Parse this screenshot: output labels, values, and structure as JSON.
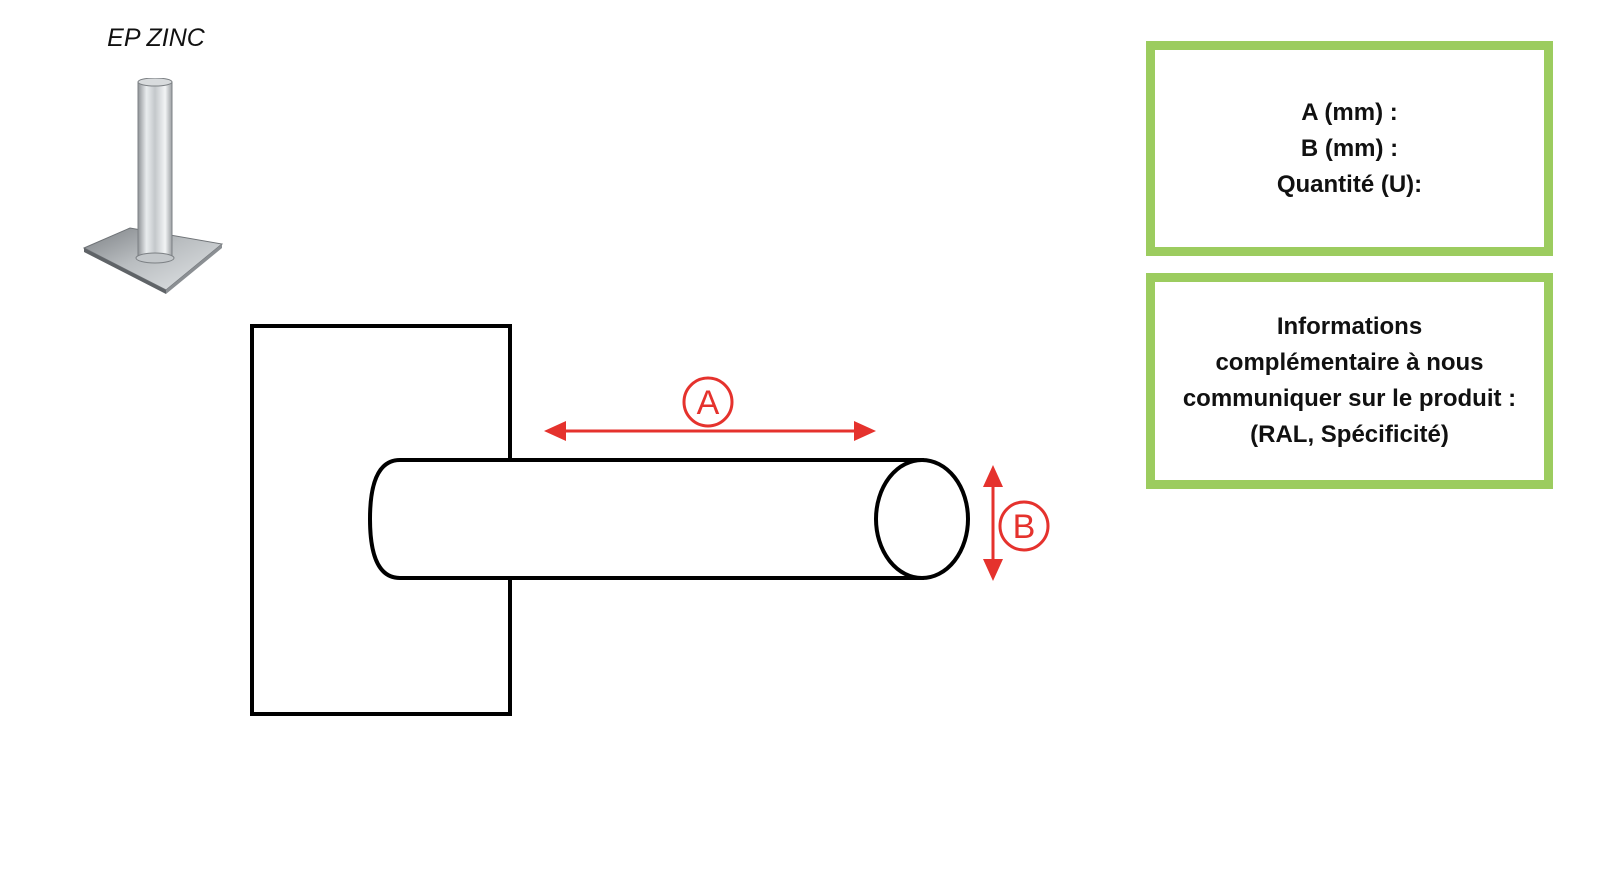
{
  "product": {
    "title": "EP ZINC",
    "image": "galvanized-tube-on-square-base-plate"
  },
  "diagram": {
    "dimension_a_label": "A",
    "dimension_b_label": "B",
    "colors": {
      "outline": "#000000",
      "dimension": "#e5322d"
    }
  },
  "form_box": {
    "lines": [
      "A (mm) :",
      "B (mm) :",
      "Quantité (U):"
    ]
  },
  "info_box": {
    "lines": [
      "Informations",
      "complémentaire à nous",
      "communiquer sur le produit :",
      "(RAL, Spécificité)"
    ]
  },
  "colors": {
    "box_border": "#9ccc5f",
    "text": "#111111"
  }
}
